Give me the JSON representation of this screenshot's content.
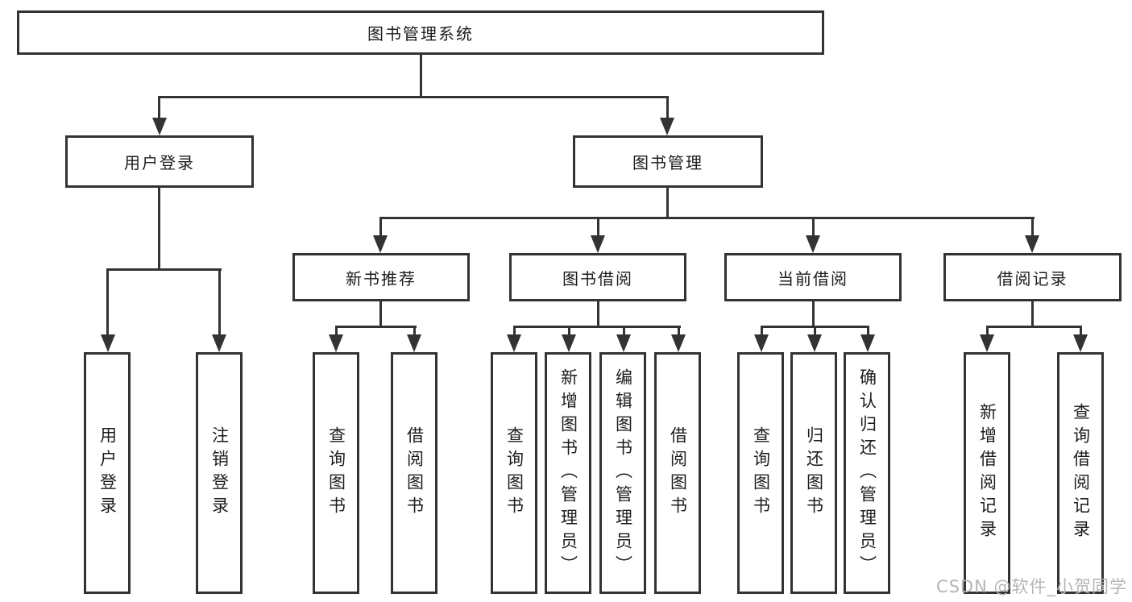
{
  "colors": {
    "line": "#333333",
    "text": "#1c1c1c",
    "watermark_text": "#b5b5b5",
    "background": "#ffffff"
  },
  "watermark": "CSDN @软件_小贺同学",
  "nodes": {
    "root": {
      "label": "图书管理系统"
    },
    "level2": [
      {
        "label": "用户登录"
      },
      {
        "label": "图书管理"
      }
    ],
    "level3": [
      {
        "label": "新书推荐",
        "parent": "图书管理"
      },
      {
        "label": "图书借阅",
        "parent": "图书管理"
      },
      {
        "label": "当前借阅",
        "parent": "图书管理"
      },
      {
        "label": "借阅记录",
        "parent": "图书管理"
      }
    ],
    "leaves": [
      {
        "label": "用户登录",
        "parent": "用户登录"
      },
      {
        "label": "注销登录",
        "parent": "用户登录"
      },
      {
        "label": "查询图书",
        "parent": "新书推荐"
      },
      {
        "label": "借阅图书",
        "parent": "新书推荐"
      },
      {
        "label": "查询图书",
        "parent": "图书借阅"
      },
      {
        "label": "新增图书（管理员）",
        "parent": "图书借阅"
      },
      {
        "label": "编辑图书（管理员）",
        "parent": "图书借阅"
      },
      {
        "label": "借阅图书",
        "parent": "图书借阅"
      },
      {
        "label": "查询图书",
        "parent": "当前借阅"
      },
      {
        "label": "归还图书",
        "parent": "当前借阅"
      },
      {
        "label": "确认归还（管理员）",
        "parent": "当前借阅"
      },
      {
        "label": "新增借阅记录",
        "parent": "借阅记录"
      },
      {
        "label": "查询借阅记录",
        "parent": "借阅记录"
      }
    ]
  }
}
